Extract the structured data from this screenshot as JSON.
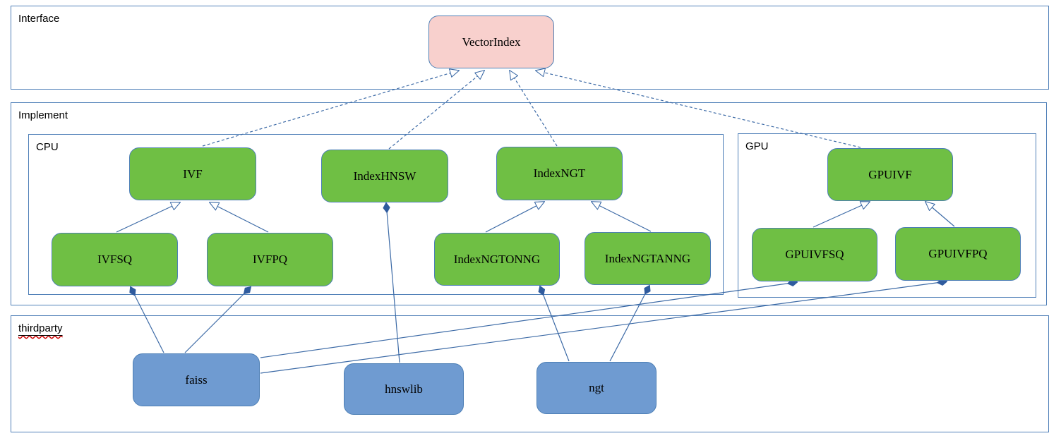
{
  "containers": {
    "interface": "Interface",
    "implement": "Implement",
    "cpu": "CPU",
    "gpu": "GPU",
    "thirdparty": "thirdparty"
  },
  "nodes": {
    "vectorindex": "VectorIndex",
    "ivf": "IVF",
    "indexhnsw": "IndexHNSW",
    "indexngt": "IndexNGT",
    "gpuivf": "GPUIVF",
    "ivfsq": "IVFSQ",
    "ivfpq": "IVFPQ",
    "indexngtonng": "IndexNGTONNG",
    "indexngtanng": "IndexNGTANNG",
    "gpuivfsq": "GPUIVFSQ",
    "gpuivfpq": "GPUIVFPQ",
    "faiss": "faiss",
    "hnswlib": "hnswlib",
    "ngt": "ngt"
  },
  "edges": [
    {
      "from": "IVF",
      "to": "VectorIndex",
      "type": "realization-dashed-hollow-arrow"
    },
    {
      "from": "IndexHNSW",
      "to": "VectorIndex",
      "type": "realization-dashed-hollow-arrow"
    },
    {
      "from": "IndexNGT",
      "to": "VectorIndex",
      "type": "realization-dashed-hollow-arrow"
    },
    {
      "from": "GPUIVF",
      "to": "VectorIndex",
      "type": "realization-dashed-hollow-arrow"
    },
    {
      "from": "IVFSQ",
      "to": "IVF",
      "type": "inheritance-hollow-arrow"
    },
    {
      "from": "IVFPQ",
      "to": "IVF",
      "type": "inheritance-hollow-arrow"
    },
    {
      "from": "IndexNGTONNG",
      "to": "IndexNGT",
      "type": "inheritance-hollow-arrow"
    },
    {
      "from": "IndexNGTANNG",
      "to": "IndexNGT",
      "type": "inheritance-hollow-arrow"
    },
    {
      "from": "GPUIVFSQ",
      "to": "GPUIVF",
      "type": "inheritance-hollow-arrow"
    },
    {
      "from": "GPUIVFPQ",
      "to": "GPUIVF",
      "type": "inheritance-hollow-arrow"
    },
    {
      "from": "faiss",
      "to": "IVFSQ",
      "type": "composition-filled-diamond"
    },
    {
      "from": "faiss",
      "to": "IVFPQ",
      "type": "composition-filled-diamond"
    },
    {
      "from": "faiss",
      "to": "GPUIVFSQ",
      "type": "composition-filled-diamond"
    },
    {
      "from": "faiss",
      "to": "GPUIVFPQ",
      "type": "composition-filled-diamond"
    },
    {
      "from": "hnswlib",
      "to": "IndexHNSW",
      "type": "composition-filled-diamond"
    },
    {
      "from": "ngt",
      "to": "IndexNGTONNG",
      "type": "composition-filled-diamond"
    },
    {
      "from": "ngt",
      "to": "IndexNGTANNG",
      "type": "composition-filled-diamond"
    }
  ],
  "colors": {
    "container_border": "#5080b8",
    "node_border": "#4d7fb5",
    "interface_node_fill": "#f8d0cd",
    "implementation_node_fill": "#6fbf44",
    "thirdparty_node_fill": "#6f9bd1",
    "connector": "#3c6aa6",
    "diamond_fill": "#2f5b9e",
    "spellcheck_underline": "#cc0000",
    "text": "#000000"
  }
}
